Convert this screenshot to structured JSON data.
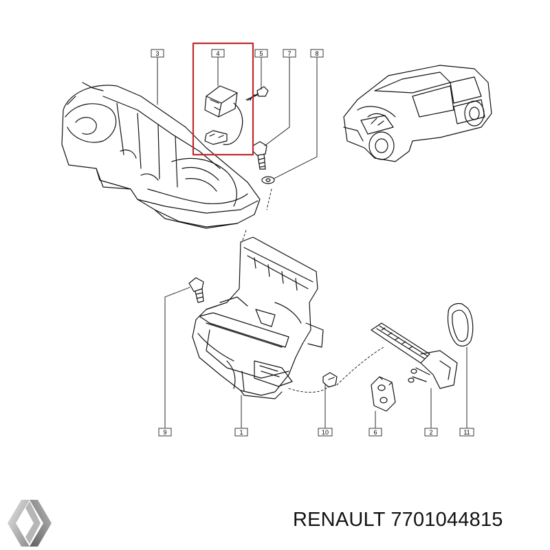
{
  "callouts": [
    {
      "id": "c3",
      "label": "3"
    },
    {
      "id": "c4",
      "label": "4"
    },
    {
      "id": "c5",
      "label": "5"
    },
    {
      "id": "c7",
      "label": "7"
    },
    {
      "id": "c8",
      "label": "8"
    },
    {
      "id": "c9",
      "label": "9"
    },
    {
      "id": "c1",
      "label": "1"
    },
    {
      "id": "c10",
      "label": "10"
    },
    {
      "id": "c6",
      "label": "6"
    },
    {
      "id": "c2",
      "label": "2"
    },
    {
      "id": "c11",
      "label": "11"
    }
  ],
  "highlight_color": "#c0282d",
  "brand": {
    "logo_icon": "renault-diamond-icon",
    "caption": "RENAULT 7701044815"
  }
}
